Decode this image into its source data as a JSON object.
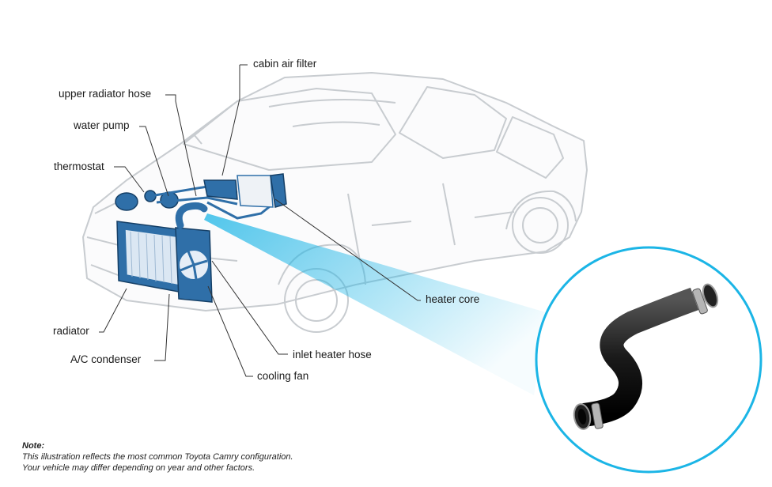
{
  "labels": {
    "cabin_air_filter": "cabin air filter",
    "upper_radiator_hose": "upper radiator hose",
    "water_pump": "water pump",
    "thermostat": "thermostat",
    "heater_core": "heater core",
    "radiator": "radiator",
    "ac_condenser": "A/C condenser",
    "inlet_heater_hose": "inlet heater hose",
    "cooling_fan": "cooling fan"
  },
  "note": {
    "title": "Note:",
    "line1": "This illustration reflects the most common Toyota Camry configuration.",
    "line2": "Your vehicle may differ depending on year and other factors."
  },
  "colors": {
    "car_outline": "#c8ccd0",
    "component_blue": "#2f6fa8",
    "highlight_cyan": "#1bb5e6",
    "hose_black": "#1c1c1c"
  }
}
